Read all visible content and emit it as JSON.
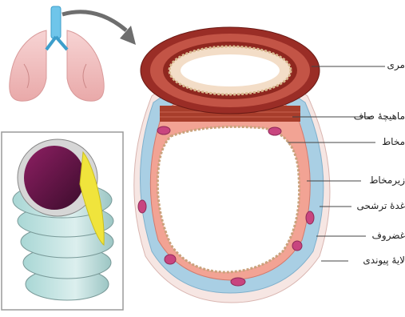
{
  "labels": {
    "esophagus": "مری",
    "smooth_muscle": "ماهیچهٔ صاف",
    "mucosa": "مخاط",
    "submucosa": "زیرمخاط",
    "gland": "غدهٔ ترشحی",
    "cartilage": "غضروف",
    "connective": "لایهٔ پیوندی"
  },
  "colors": {
    "cartilage": "#a9cfe4",
    "esophagus_wall": "#b44a43",
    "mucosa": "#f2a394",
    "gland": "#c8457f",
    "cartilage_ring_inset": "#5a1343",
    "inset_cut": "#f0e43c"
  }
}
